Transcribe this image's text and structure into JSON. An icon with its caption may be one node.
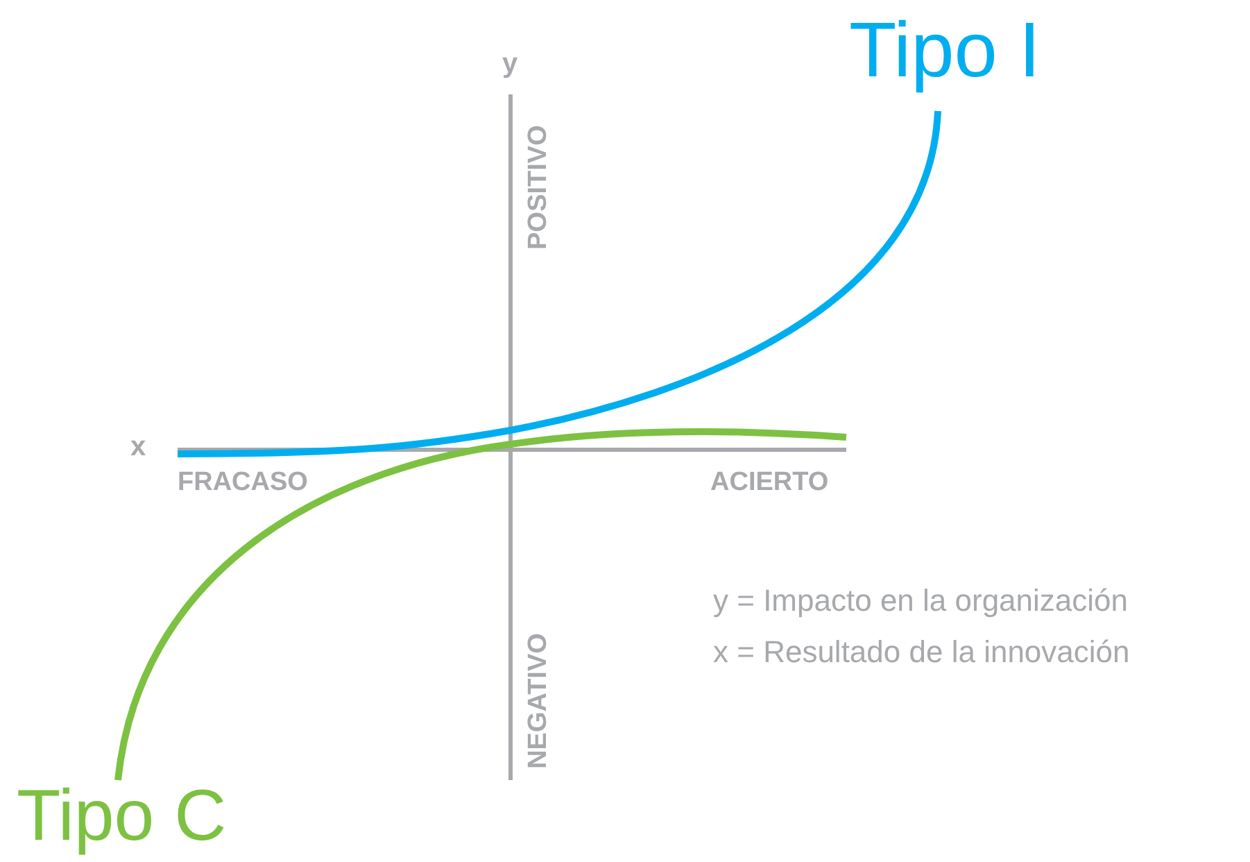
{
  "diagram": {
    "labels": [
      "Tipo I",
      "y",
      "POSITIVO",
      "x",
      "FRACASO",
      "ACIERTO",
      "y = Impacto en la organización",
      "x = Resultado de la innovación",
      "NEGATIVO",
      "Tipo C"
    ]
  }
}
